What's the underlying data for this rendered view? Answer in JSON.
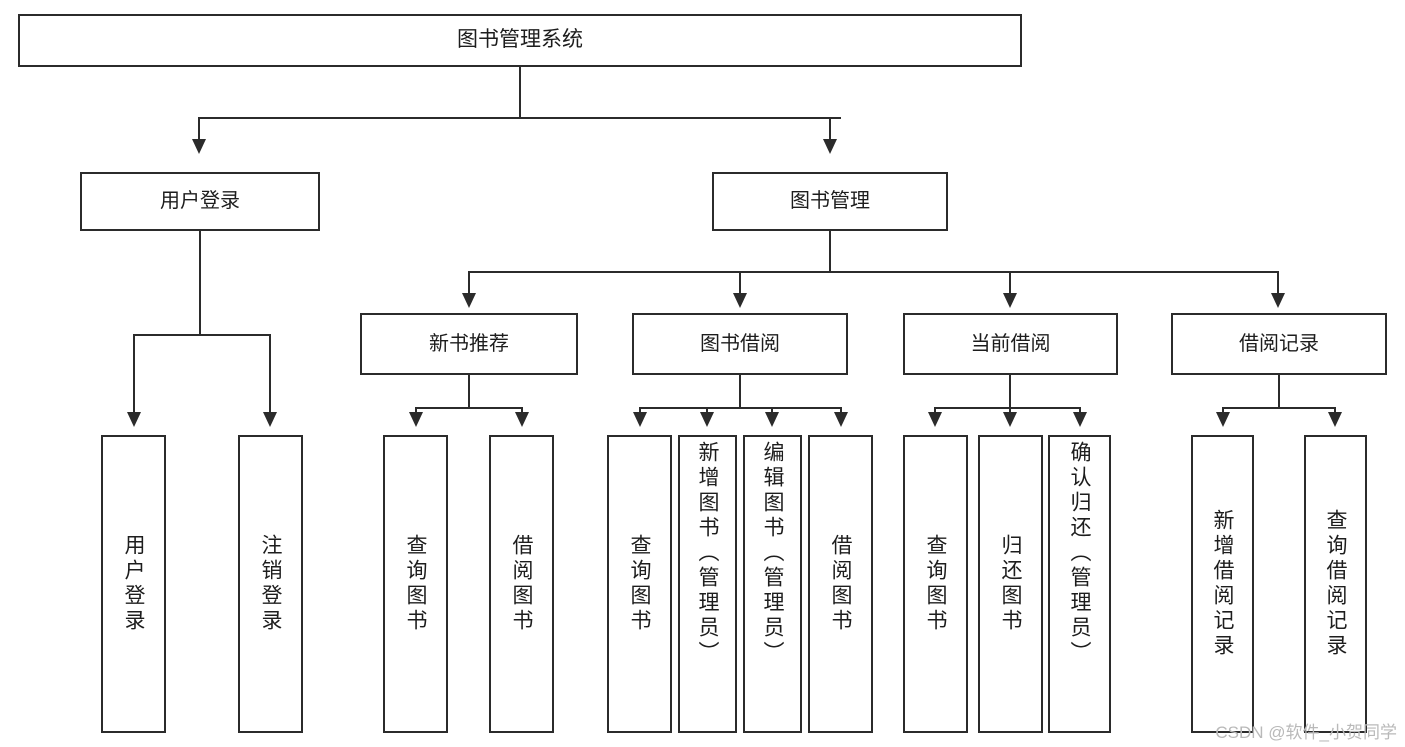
{
  "diagram": {
    "title": "图书管理系统",
    "type": "tree-structure-chart",
    "root": {
      "label": "图书管理系统"
    },
    "level2": [
      {
        "label": "用户登录"
      },
      {
        "label": "图书管理"
      }
    ],
    "level3": [
      {
        "label": "新书推荐"
      },
      {
        "label": "图书借阅"
      },
      {
        "label": "当前借阅"
      },
      {
        "label": "借阅记录"
      }
    ],
    "leaves": [
      {
        "label": "用户登录",
        "parent": "用户登录"
      },
      {
        "label": "注销登录",
        "parent": "用户登录"
      },
      {
        "label": "查询图书",
        "parent": "新书推荐"
      },
      {
        "label": "借阅图书",
        "parent": "新书推荐"
      },
      {
        "label": "查询图书",
        "parent": "图书借阅"
      },
      {
        "label": "新增图书（管理员）",
        "parent": "图书借阅"
      },
      {
        "label": "编辑图书（管理员）",
        "parent": "图书借阅"
      },
      {
        "label": "借阅图书",
        "parent": "图书借阅"
      },
      {
        "label": "查询图书",
        "parent": "当前借阅"
      },
      {
        "label": "归还图书",
        "parent": "当前借阅"
      },
      {
        "label": "确认归还（管理员）",
        "parent": "当前借阅"
      },
      {
        "label": "新增借阅记录",
        "parent": "借阅记录"
      },
      {
        "label": "查询借阅记录",
        "parent": "借阅记录"
      }
    ]
  },
  "watermark": {
    "text": "CSDN @软件_小贺同学"
  },
  "colors": {
    "stroke": "#2b2b2b",
    "fill": "#ffffff",
    "text": "#1d1d1d",
    "watermark": "#b9b9b9"
  }
}
